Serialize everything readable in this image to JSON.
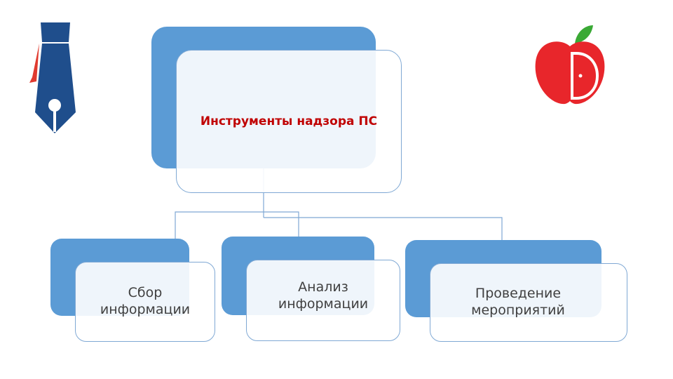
{
  "root": {
    "label": "Инструменты надзора ПС"
  },
  "children": [
    {
      "label": "Сбор информации"
    },
    {
      "label": "Анализ информации"
    },
    {
      "label": "Проведение мероприятий"
    }
  ],
  "colors": {
    "box_fill": "#5b9bd5",
    "box_border": "#7fa8d4",
    "title_text": "#c00000",
    "child_text": "#404040",
    "tie_blue": "#1f4e8c",
    "tie_red": "#e03a2f",
    "apple_red": "#e8262b",
    "leaf_green": "#3aa935"
  },
  "icons": {
    "left_logo": "tie-pen-icon",
    "right_logo": "apple-icon"
  }
}
